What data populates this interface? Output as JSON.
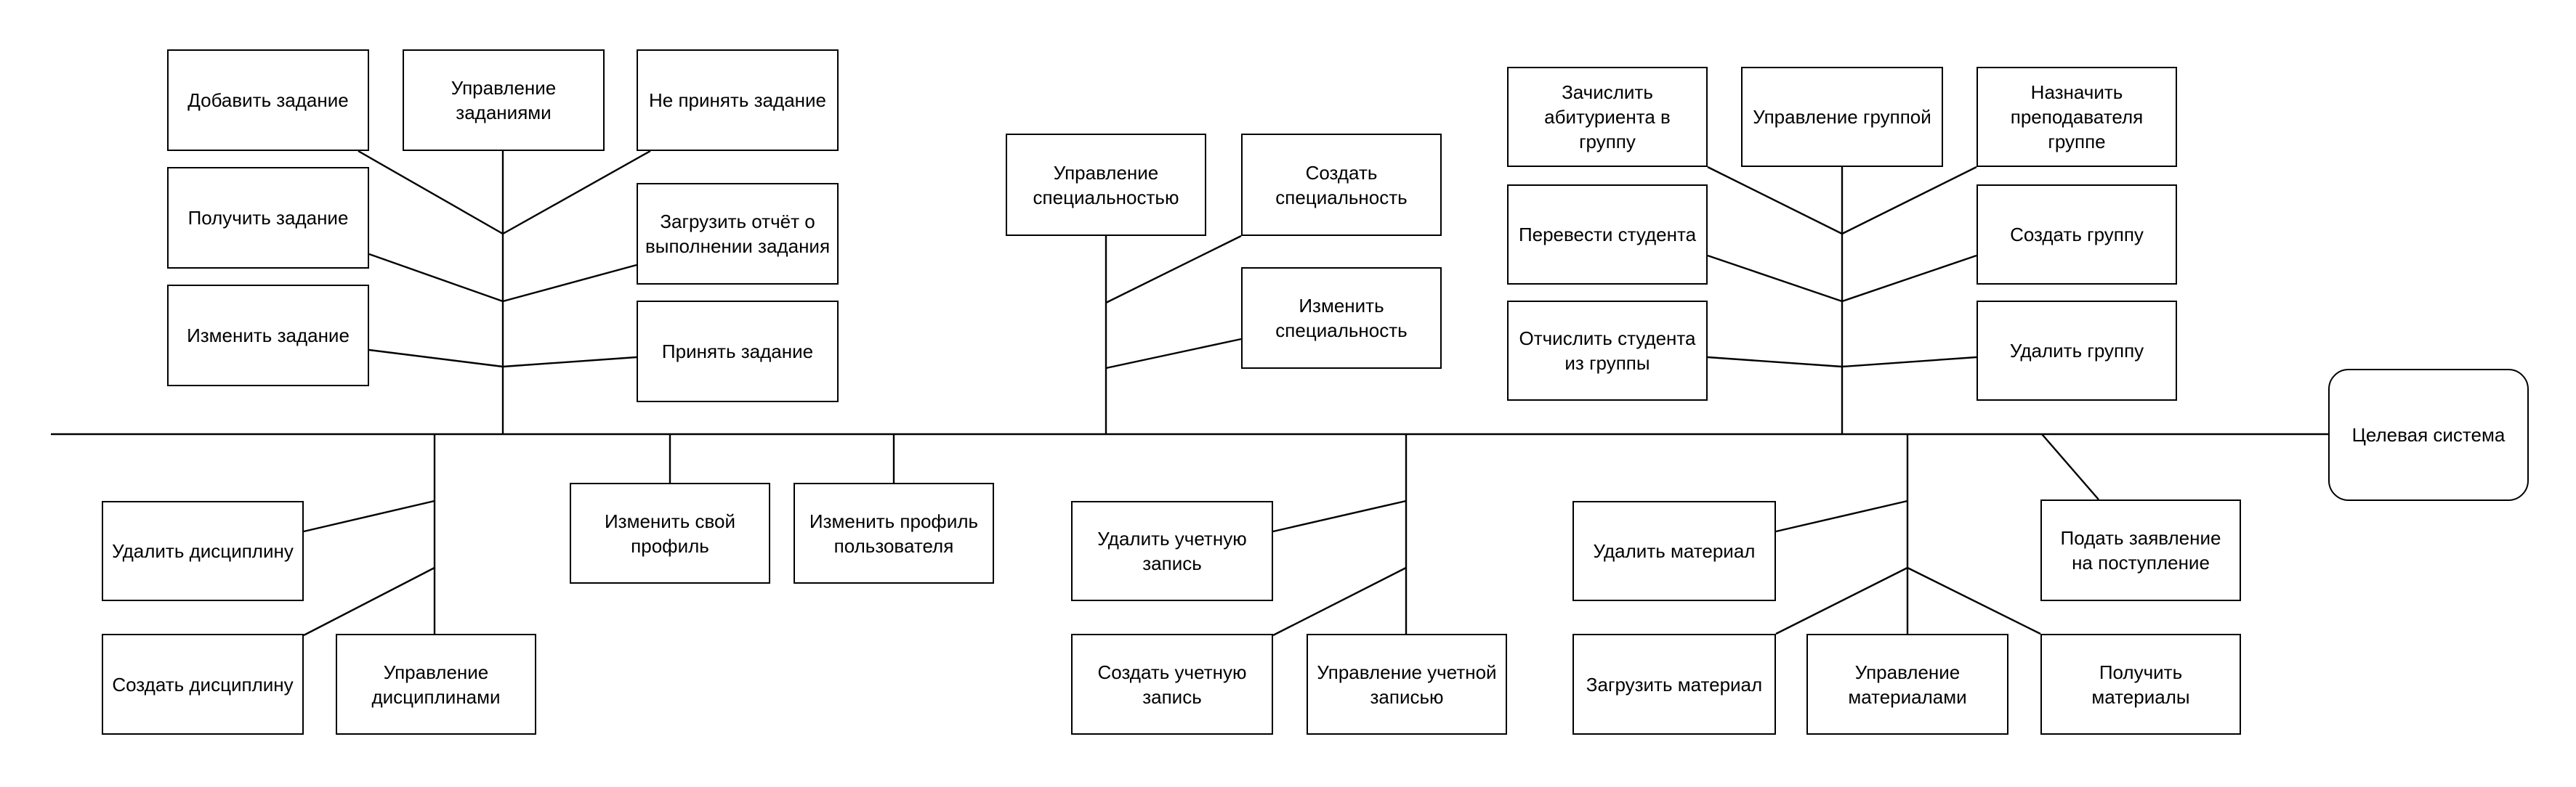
{
  "target": "Целевая система",
  "groups": {
    "tasks": {
      "root": "Управление\nзаданиями",
      "items": [
        "Добавить задание",
        "Не принять задание",
        "Получить задание",
        "Загрузить отчёт о\nвыполнении задания",
        "Изменить задание",
        "Принять задание"
      ]
    },
    "specialty": {
      "root": "Управление\nспециальностью",
      "items": [
        "Создать\nспециальность",
        "Изменить\nспециальность"
      ]
    },
    "group": {
      "root": "Управление группой",
      "items": [
        "Зачислить\nабитуриента в\nгруппу",
        "Назначить\nпреподавателя\nгруппе",
        "Перевести студента",
        "Создать группу",
        "Отчислить студента\nиз группы",
        "Удалить группу"
      ]
    },
    "disciplines": {
      "root": "Управление\nдисциплинами",
      "items": [
        "Удалить дисциплину",
        "Создать дисциплину"
      ]
    },
    "profile": {
      "own": "Изменить свой\nпрофиль",
      "user": "Изменить профиль\nпользователя"
    },
    "accounts": {
      "root": "Управление учетной\nзаписью",
      "items": [
        "Удалить учетную\nзапись",
        "Создать учетную\nзапись"
      ]
    },
    "materials": {
      "root": "Управление\nматериалами",
      "items": [
        "Удалить материал",
        "Загрузить материал",
        "Получить\nматериалы"
      ]
    },
    "application": "Подать заявление\nна поступление"
  }
}
